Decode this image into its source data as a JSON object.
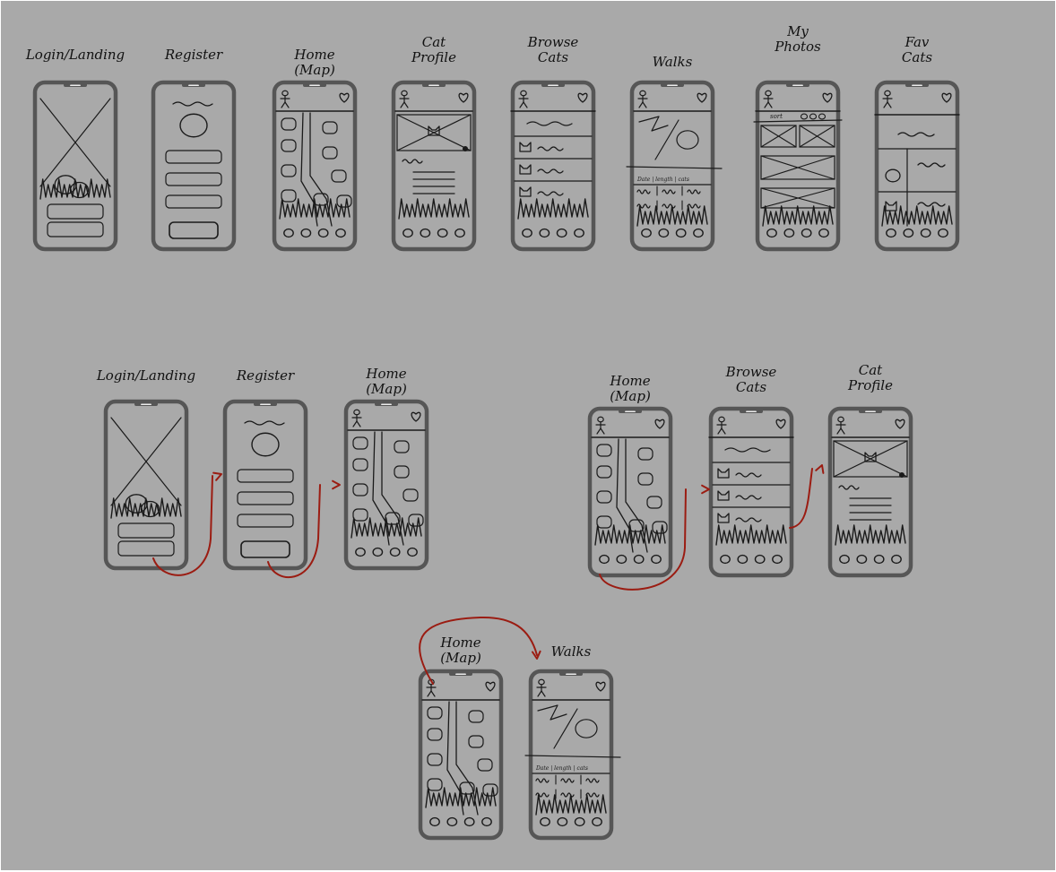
{
  "colors": {
    "board": "#a9a9a9",
    "phone_frame": "#565656",
    "ink": "#1a1a1a",
    "arrow": "#9b1c12"
  },
  "icons": [
    "stick-figure-icon",
    "heart-icon",
    "cat-head-icon",
    "arrow-icon"
  ],
  "top_row": [
    {
      "key": "login",
      "title": "Login/Landing",
      "subtitle": ""
    },
    {
      "key": "register",
      "title": "Register",
      "subtitle": ""
    },
    {
      "key": "home",
      "title": "Home",
      "subtitle": "(Map)"
    },
    {
      "key": "catprofile",
      "title": "Cat",
      "subtitle": "Profile"
    },
    {
      "key": "browse",
      "title": "Browse",
      "subtitle": "Cats"
    },
    {
      "key": "walks",
      "title": "Walks",
      "subtitle": ""
    },
    {
      "key": "photos",
      "title": "My",
      "subtitle": "Photos"
    },
    {
      "key": "favcats",
      "title": "Fav",
      "subtitle": "Cats"
    }
  ],
  "flow_1": [
    {
      "key": "login",
      "title": "Login/Landing",
      "subtitle": ""
    },
    {
      "key": "register",
      "title": "Register",
      "subtitle": ""
    },
    {
      "key": "home",
      "title": "Home",
      "subtitle": "(Map)"
    }
  ],
  "flow_2": [
    {
      "key": "home",
      "title": "Home",
      "subtitle": "(Map)"
    },
    {
      "key": "browse",
      "title": "Browse",
      "subtitle": "Cats"
    },
    {
      "key": "catprofile",
      "title": "Cat",
      "subtitle": "Profile"
    }
  ],
  "flow_3": [
    {
      "key": "home",
      "title": "Home",
      "subtitle": "(Map)"
    },
    {
      "key": "walks",
      "title": "Walks",
      "subtitle": ""
    }
  ],
  "sketch_text": {
    "sort": "sort",
    "walks_header": "Date | length | cats"
  }
}
